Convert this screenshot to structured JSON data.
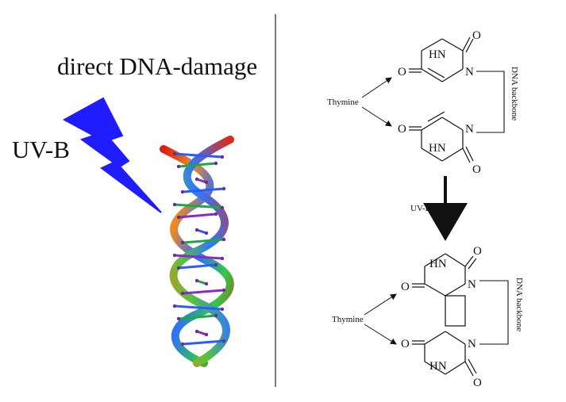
{
  "left": {
    "headline": "direct DNA-damage",
    "uv_label": "UV-B"
  },
  "right": {
    "top_label": "Thymine",
    "bottom_label": "Thymine",
    "backbone_top": "DNA backbone",
    "backbone_bottom": "DNA backbone",
    "uv_arrow_label": "UV-B",
    "atoms": {
      "hn": "HN",
      "o": "O",
      "n": "N"
    }
  },
  "colors": {
    "bolt": "#1f1cff",
    "divider": "#222222",
    "arrow": "#111111"
  }
}
